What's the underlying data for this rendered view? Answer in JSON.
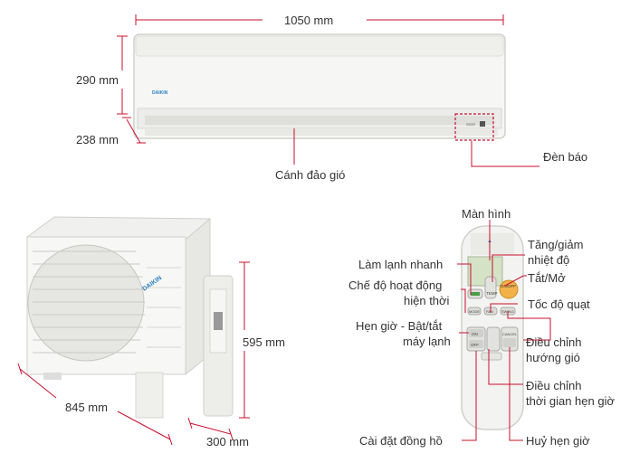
{
  "indoor": {
    "width": "1050 mm",
    "height": "290 mm",
    "depth": "238 mm",
    "louver": "Cánh đảo gió",
    "indicator": "Đèn báo",
    "brand": "DAIKIN"
  },
  "outdoor": {
    "width": "845 mm",
    "height": "595 mm",
    "depth": "300 mm",
    "brand": "DAIKIN"
  },
  "remote": {
    "screen": "Màn hình",
    "temp_line1": "Tăng/giảm",
    "temp_line2": "nhiệt độ",
    "fast_cool": "Làm lạnh nhanh",
    "power": "Tắt/Mở",
    "mode_line1": "Chế độ hoạt động",
    "mode_line2": "hiện thời",
    "fan_speed": "Tốc độ quạt",
    "timer_line1": "Hẹn giờ - Bật/tắt",
    "timer_line2": "máy lạnh",
    "swing_line1": "Điều chỉnh",
    "swing_line2": "hướng gió",
    "adjust_time_line1": "Điều chỉnh",
    "adjust_time_line2": "thời gian hẹn giờ",
    "clock": "Cài đặt đồng hồ",
    "cancel_timer": "Huỷ hẹn giờ",
    "btn_temp": "TEMP",
    "btn_onoff": "ON/OFF",
    "btn_on": "ON",
    "btn_off": "OFF",
    "btn_mode": "MODE",
    "btn_fan": "FAN",
    "btn_swing": "SWING",
    "btn_cancel": "CANCEL"
  },
  "colors": {
    "pointer": "#c8102e",
    "dimension": "#c8102e",
    "unit_body": "#f4f4f2",
    "daikin_blue": "#2a7fc1"
  }
}
